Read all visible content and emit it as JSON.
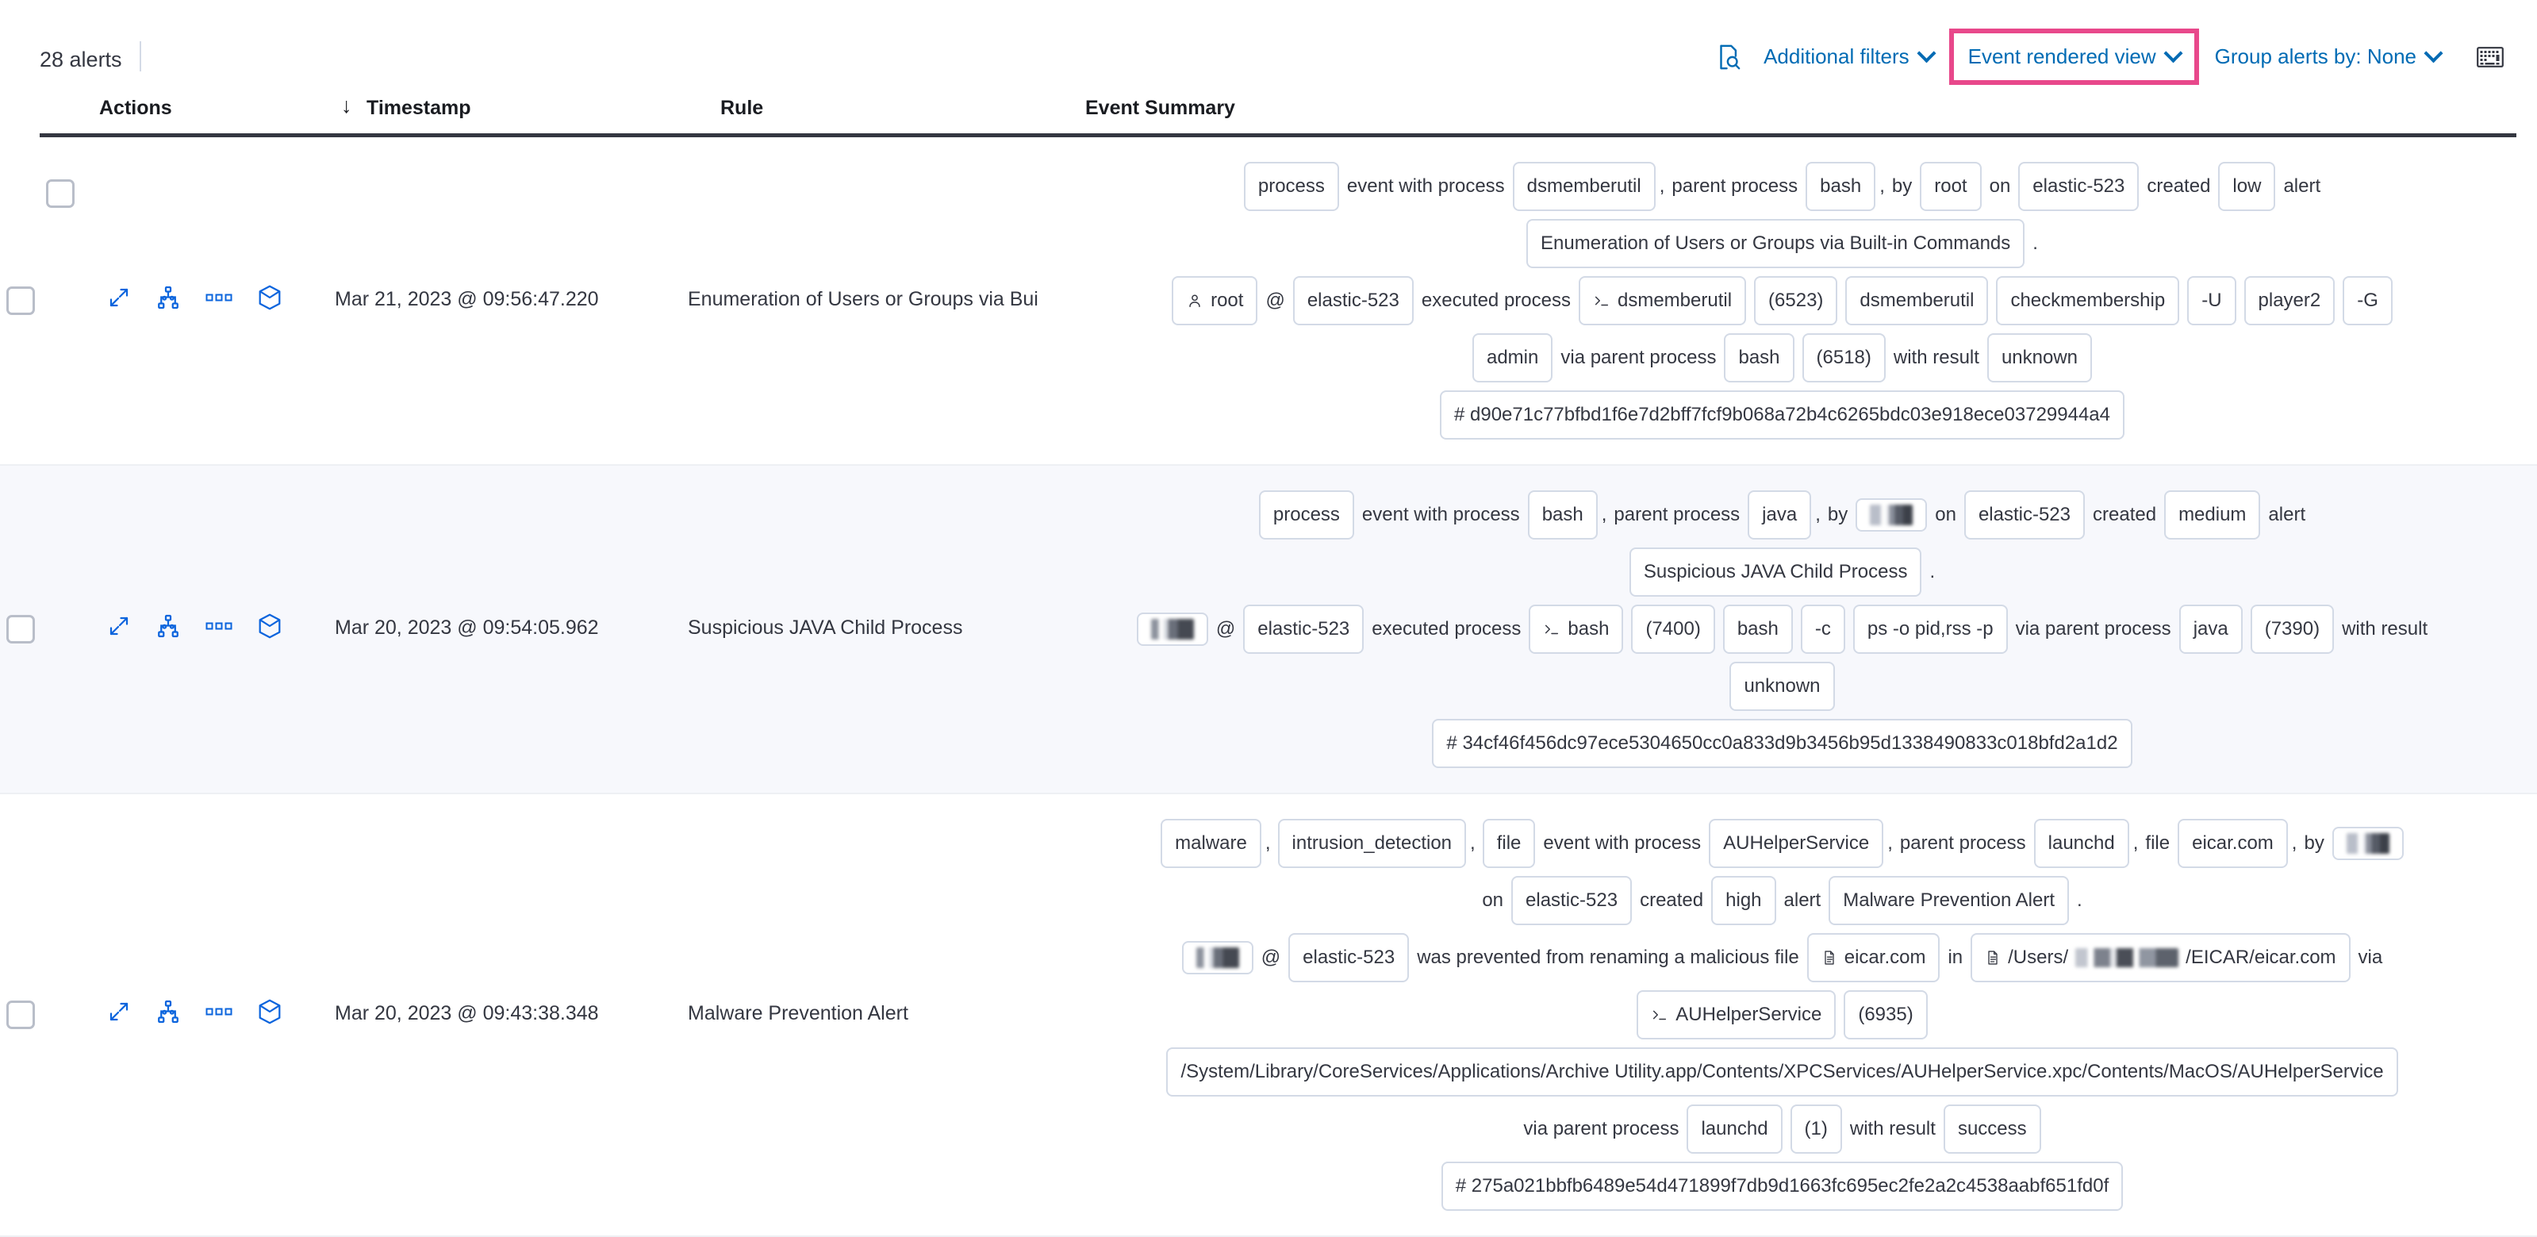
{
  "toolbar": {
    "alert_count": "28 alerts",
    "inspect_icon": "inspect-query-icon",
    "additional_filters": "Additional filters",
    "event_rendered_view": "Event rendered view",
    "group_alerts_by": "Group alerts by: None",
    "keyboard_icon": "keyboard-icon",
    "highlight_color": "#e8488b",
    "link_color": "#006bb4"
  },
  "table": {
    "headers": {
      "select_all": "select-all-checkbox",
      "actions": "Actions",
      "timestamp": "Timestamp",
      "sort_direction": "↓",
      "rule": "Rule",
      "event_summary": "Event Summary"
    },
    "row_actions": [
      "expand-icon",
      "session-view-icon",
      "more-actions-icon",
      "analyzer-cube-icon"
    ],
    "rows": [
      {
        "timestamp": "Mar 21, 2023 @ 09:56:47.220",
        "rule": "Enumeration of Users or Groups via Bui",
        "striped": false,
        "summary_lines": [
          [
            {
              "t": "badge",
              "v": "process"
            },
            {
              "t": "text",
              "v": "event with process"
            },
            {
              "t": "badge",
              "v": "dsmemberutil"
            },
            {
              "t": "punct",
              "v": ","
            },
            {
              "t": "text",
              "v": "parent process"
            },
            {
              "t": "badge",
              "v": "bash"
            },
            {
              "t": "punct",
              "v": ","
            },
            {
              "t": "text",
              "v": "by"
            },
            {
              "t": "badge",
              "v": "root"
            },
            {
              "t": "text",
              "v": "on"
            },
            {
              "t": "badge",
              "v": "elastic-523"
            },
            {
              "t": "text",
              "v": "created"
            },
            {
              "t": "badge",
              "v": "low"
            },
            {
              "t": "text",
              "v": "alert"
            }
          ],
          [
            {
              "t": "badge",
              "v": "Enumeration of Users or Groups via Built-in Commands"
            },
            {
              "t": "text",
              "v": "."
            }
          ],
          [
            {
              "t": "badge",
              "v": "root",
              "icon": "user-icon"
            },
            {
              "t": "text",
              "v": "@"
            },
            {
              "t": "badge",
              "v": "elastic-523"
            },
            {
              "t": "text",
              "v": "executed process"
            },
            {
              "t": "badge",
              "v": "dsmemberutil",
              "icon": "console-icon"
            },
            {
              "t": "badge",
              "v": "(6523)"
            },
            {
              "t": "badge",
              "v": "dsmemberutil"
            },
            {
              "t": "badge",
              "v": "checkmembership"
            },
            {
              "t": "badge",
              "v": "-U"
            },
            {
              "t": "badge",
              "v": "player2"
            },
            {
              "t": "badge",
              "v": "-G"
            }
          ],
          [
            {
              "t": "badge",
              "v": "admin"
            },
            {
              "t": "text",
              "v": "via parent process"
            },
            {
              "t": "badge",
              "v": "bash"
            },
            {
              "t": "badge",
              "v": "(6518)"
            },
            {
              "t": "text",
              "v": "with result"
            },
            {
              "t": "badge",
              "v": "unknown"
            }
          ],
          [
            {
              "t": "badge",
              "v": "#  d90e71c77bfbd1f6e7d2bff7fcf9b068a72b4c6265bdc03e918ece03729944a4"
            }
          ]
        ]
      },
      {
        "timestamp": "Mar 20, 2023 @ 09:54:05.962",
        "rule": "Suspicious JAVA Child Process",
        "striped": true,
        "summary_lines": [
          [
            {
              "t": "badge",
              "v": "process"
            },
            {
              "t": "text",
              "v": "event with process"
            },
            {
              "t": "badge",
              "v": "bash"
            },
            {
              "t": "punct",
              "v": ","
            },
            {
              "t": "text",
              "v": "parent process"
            },
            {
              "t": "badge",
              "v": "java"
            },
            {
              "t": "punct",
              "v": ","
            },
            {
              "t": "text",
              "v": "by"
            },
            {
              "t": "badge",
              "v": "",
              "redacted": true
            },
            {
              "t": "text",
              "v": "on"
            },
            {
              "t": "badge",
              "v": "elastic-523"
            },
            {
              "t": "text",
              "v": "created"
            },
            {
              "t": "badge",
              "v": "medium"
            },
            {
              "t": "text",
              "v": "alert"
            }
          ],
          [
            {
              "t": "badge",
              "v": "Suspicious JAVA Child Process"
            },
            {
              "t": "text",
              "v": "."
            }
          ],
          [
            {
              "t": "badge",
              "v": "",
              "redacted": true,
              "redacted_style": "r2"
            },
            {
              "t": "text",
              "v": "@"
            },
            {
              "t": "badge",
              "v": "elastic-523"
            },
            {
              "t": "text",
              "v": "executed process"
            },
            {
              "t": "badge",
              "v": "bash",
              "icon": "console-icon"
            },
            {
              "t": "badge",
              "v": "(7400)"
            },
            {
              "t": "badge",
              "v": "bash"
            },
            {
              "t": "badge",
              "v": "-c"
            },
            {
              "t": "badge",
              "v": "ps -o pid,rss -p"
            },
            {
              "t": "text",
              "v": "via parent process"
            },
            {
              "t": "badge",
              "v": "java"
            },
            {
              "t": "badge",
              "v": "(7390)"
            },
            {
              "t": "text",
              "v": "with result"
            }
          ],
          [
            {
              "t": "badge",
              "v": "unknown"
            }
          ],
          [
            {
              "t": "badge",
              "v": "#  34cf46f456dc97ece5304650cc0a833d9b3456b95d1338490833c018bfd2a1d2"
            }
          ]
        ]
      },
      {
        "timestamp": "Mar 20, 2023 @ 09:43:38.348",
        "rule": "Malware Prevention Alert",
        "striped": false,
        "summary_lines": [
          [
            {
              "t": "badge",
              "v": "malware"
            },
            {
              "t": "punct",
              "v": ","
            },
            {
              "t": "badge",
              "v": "intrusion_detection"
            },
            {
              "t": "punct",
              "v": ","
            },
            {
              "t": "badge",
              "v": "file"
            },
            {
              "t": "text",
              "v": "event with process"
            },
            {
              "t": "badge",
              "v": "AUHelperService"
            },
            {
              "t": "punct",
              "v": ","
            },
            {
              "t": "text",
              "v": "parent process"
            },
            {
              "t": "badge",
              "v": "launchd"
            },
            {
              "t": "punct",
              "v": ","
            },
            {
              "t": "text",
              "v": "file"
            },
            {
              "t": "badge",
              "v": "eicar.com"
            },
            {
              "t": "punct",
              "v": ","
            },
            {
              "t": "text",
              "v": "by"
            },
            {
              "t": "badge",
              "v": "",
              "redacted": true
            }
          ],
          [
            {
              "t": "text",
              "v": "on"
            },
            {
              "t": "badge",
              "v": "elastic-523"
            },
            {
              "t": "text",
              "v": "created"
            },
            {
              "t": "badge",
              "v": "high"
            },
            {
              "t": "text",
              "v": "alert"
            },
            {
              "t": "badge",
              "v": "Malware Prevention Alert"
            },
            {
              "t": "text",
              "v": "."
            }
          ],
          [
            {
              "t": "badge",
              "v": "",
              "redacted": true,
              "redacted_style": "r2"
            },
            {
              "t": "text",
              "v": "@"
            },
            {
              "t": "badge",
              "v": "elastic-523"
            },
            {
              "t": "text",
              "v": "was prevented from renaming a malicious file"
            },
            {
              "t": "badge",
              "v": "eicar.com",
              "icon": "file-icon"
            },
            {
              "t": "text",
              "v": "in"
            },
            {
              "t": "badge",
              "v": "/Users/",
              "icon": "file-icon",
              "suffix": "/EICAR/eicar.com",
              "path_redacted": true
            },
            {
              "t": "text",
              "v": "via"
            }
          ],
          [
            {
              "t": "badge",
              "v": "AUHelperService",
              "icon": "console-icon"
            },
            {
              "t": "badge",
              "v": "(6935)"
            }
          ],
          [
            {
              "t": "badge",
              "v": "/System/Library/CoreServices/Applications/Archive Utility.app/Contents/XPCServices/AUHelperService.xpc/Contents/MacOS/AUHelperService"
            }
          ],
          [
            {
              "t": "text",
              "v": "via parent process"
            },
            {
              "t": "badge",
              "v": "launchd"
            },
            {
              "t": "badge",
              "v": "(1)"
            },
            {
              "t": "text",
              "v": "with result"
            },
            {
              "t": "badge",
              "v": "success"
            }
          ],
          [
            {
              "t": "badge",
              "v": "#  275a021bbfb6489e54d471899f7db9d1663fc695ec2fe2a2c4538aabf651fd0f"
            }
          ]
        ]
      }
    ]
  }
}
